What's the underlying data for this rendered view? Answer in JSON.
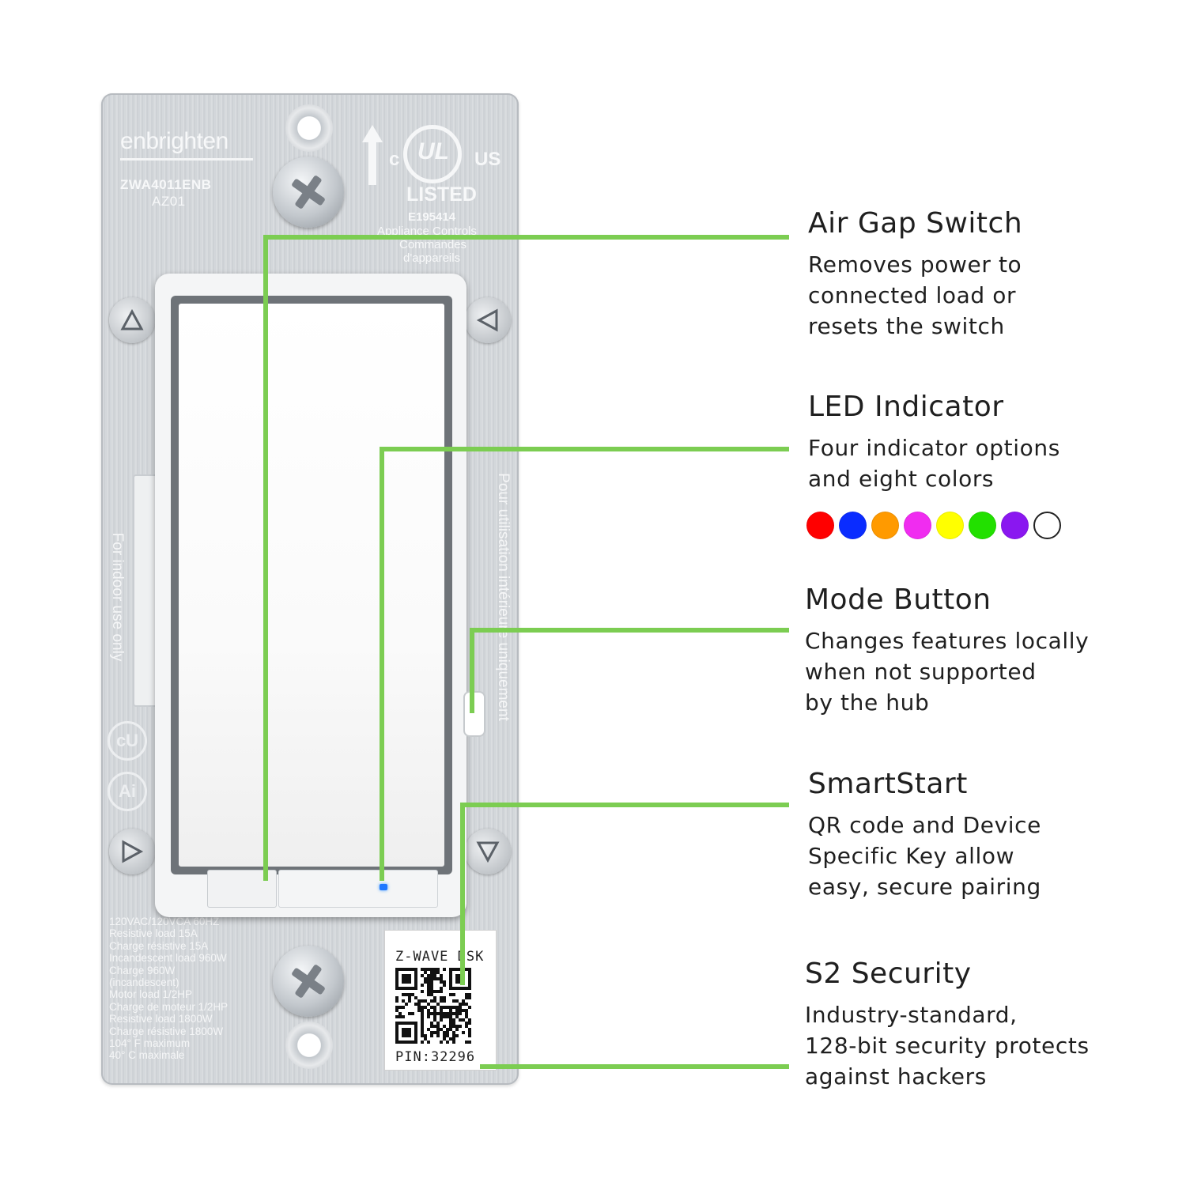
{
  "device": {
    "brand": "enbrighten",
    "model": "ZWA4011ENB",
    "variant": "AZ01",
    "ul_c": "c",
    "ul_mark": "UL",
    "ul_us": "US",
    "ul_listed": "LISTED",
    "ul_number": "E195414",
    "appliance_line1": "Appliance Controls",
    "appliance_line2": "Commandes",
    "appliance_line3": "d'appareils",
    "side_text_left": "For indoor use only",
    "side_text_right": "Pour utilisation intérieure uniquement",
    "ratings": [
      "120VAC/120VCA 60HZ",
      "Resistive load 15A",
      "Charge résistive 15A",
      "Incandescent load 960W",
      "Charge 960W",
      "(incandescent)",
      "Motor load 1/2HP",
      "Charge de moteur 1/2HP",
      "Resistive load 1800W",
      "Charge résistive 1800W",
      "104° F maximum",
      "40° C maximale"
    ],
    "cert_1": "cU",
    "cert_2": "Ai",
    "qr_title": "Z-WAVE DSK",
    "qr_pin": "PIN:32296"
  },
  "callouts": [
    {
      "title": "Air Gap Switch",
      "lines": [
        "Removes power to",
        "connected load or",
        "resets the switch"
      ]
    },
    {
      "title": "LED Indicator",
      "lines": [
        "Four indicator options",
        "and eight colors"
      ]
    },
    {
      "title": "Mode Button",
      "lines": [
        "Changes features locally",
        "when not supported",
        "by the hub"
      ]
    },
    {
      "title": "SmartStart",
      "lines": [
        "QR code and Device",
        "Specific Key allow",
        "easy, secure pairing"
      ]
    },
    {
      "title": "S2 Security",
      "lines": [
        "Industry-standard,",
        "128-bit security protects",
        "against hackers"
      ]
    }
  ],
  "led_colors": [
    "#ff0000",
    "#0a2cff",
    "#ff9a00",
    "#f02cf0",
    "#ffff00",
    "#22e000",
    "#8a17f0",
    "#ffffff"
  ],
  "colors": {
    "callout_line": "#7ccd52",
    "led_blue": "#1f78ff"
  }
}
